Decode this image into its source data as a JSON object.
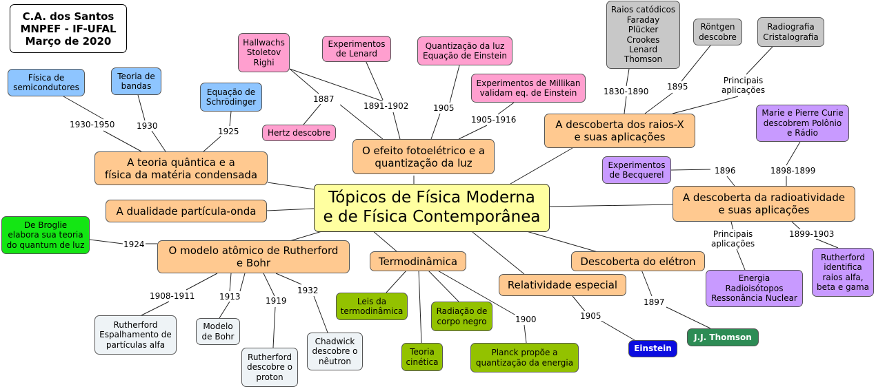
{
  "author": {
    "line1": "C.A. dos Santos",
    "line2": "MNPEF - IF-UFAL",
    "line3": "Março de 2020"
  },
  "central": "Tópicos de Física Moderna\ne de Física Contemporânea",
  "topics": {
    "quantum": "A teoria quântica e a\nfísica da matéria condensada",
    "duality": "A dualidade partícula-onda",
    "rutherford_bohr": "O modelo atômico de Rutherford\ne Bohr",
    "thermo": "Termodinâmica",
    "photoelectric": "O efeito fotoelétrico e a\nquantização da luz",
    "xrays": "A descoberta dos raios-X\ne suas aplicações",
    "radioactivity": "A descoberta da radioatividade\ne suas aplicações",
    "electron": "Descoberta do elétron",
    "relativity": "Relatividade especial"
  },
  "nodes": {
    "semicond": "Física de\nsemicondutores",
    "bands": "Teoria de\nbandas",
    "schrodinger": "Equação de\nSchrödinger",
    "hallwachs": "Hallwachs\nStoletov\nRighi",
    "lenard": "Experimentos\nde Lenard",
    "light_quant": "Quantização da luz\nEquação de Einstein",
    "millikan": "Experimentos de Millikan\nvalidam eq. de Einstein",
    "hertz": "Hertz descobre",
    "cathode": "Raios catódicos\nFaraday\nPlücker\nCrookes\nLenard\nThomson",
    "rontgen": "Röntgen\ndescobre",
    "radiography": "Radiografia\nCristalografia",
    "curie": "Marie e Pierre Curie\ndescobrem Polônio\ne Rádio",
    "becquerel": "Experimentos\nde Becquerel",
    "energy": "Energia\nRadioisótopos\nRessonância Nuclear",
    "rutherford_rays": "Rutherford\nidentifica\nraios alfa,\nbeta e gama",
    "debroglie": "De Broglie\nelabora sua teoria\ndo quantum de luz",
    "scattering": "Rutherford\nEspalhamento de\npartículas alfa",
    "bohr_model": "Modelo\nde Bohr",
    "proton": "Rutherford\ndescobre o\nproton",
    "chadwick": "Chadwick\ndescobre o\nnêutron",
    "thermo_laws": "Leis da\ntermodinâmica",
    "blackbody": "Radiação de\ncorpo negro",
    "kinetic": "Teoria\ncinética",
    "planck": "Planck propõe a\nquantização da energia",
    "einstein": "Einstein",
    "thomson": "J.J. Thomson"
  },
  "labels": {
    "y1930_1950": "1930-1950",
    "y1930": "1930",
    "y1925": "1925",
    "y1887": "1887",
    "y1891_1902": "1891-1902",
    "y1905a": "1905",
    "y1905_1916": "1905-1916",
    "y1830_1890": "1830-1890",
    "y1895": "1895",
    "apps_x": "Principais\naplicações",
    "y1896": "1896",
    "y1898_1899": "1898-1899",
    "apps_r": "Principais\naplicações",
    "y1899_1903": "1899-1903",
    "y1924": "1924",
    "y1908_1911": "1908-1911",
    "y1913": "1913",
    "y1919": "1919",
    "y1932": "1932",
    "y1900": "1900",
    "y1905b": "1905",
    "y1897": "1897"
  },
  "colors": {
    "central": "#ffffa0",
    "topic": "#ffc990",
    "blue": "#8ec5ff",
    "pink": "#ff9fcf",
    "gray": "#c8c8c8",
    "purple": "#c89aff",
    "olive": "#93c200",
    "pale": "#eef3f6",
    "green": "#14e614",
    "dark_blue": "#0b0ce0",
    "dark_green": "#2d8c55"
  }
}
